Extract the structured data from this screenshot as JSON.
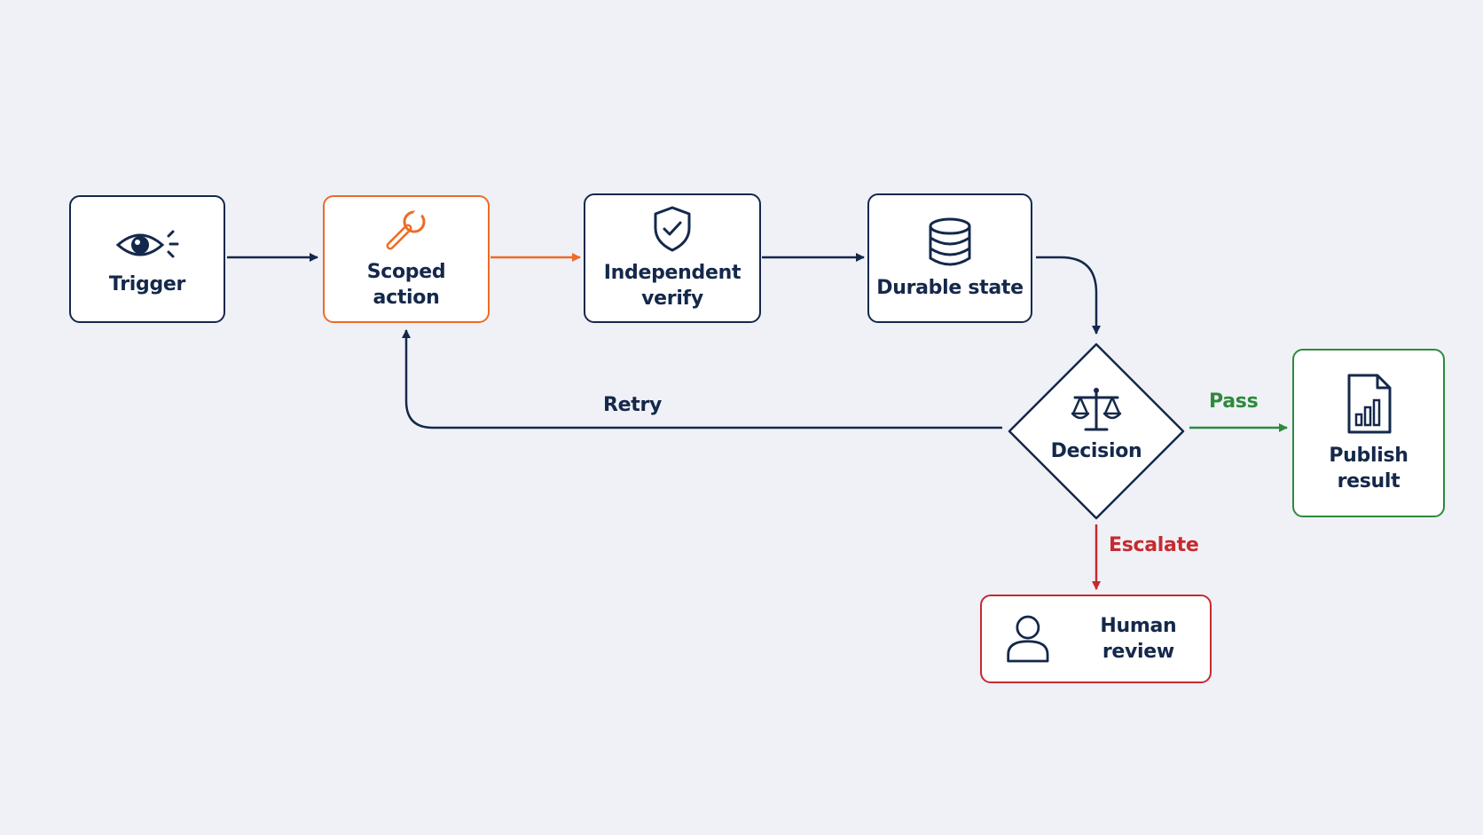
{
  "colors": {
    "background": "#eff1f6",
    "ink": "#14284b",
    "active": "#ee6b25",
    "pass": "#2d8a3c",
    "escalate": "#c62a2f"
  },
  "nodes": {
    "trigger": {
      "label": "Trigger",
      "icon": "eye-icon"
    },
    "scoped_action": {
      "label": "Scoped\naction",
      "icon": "wrench-icon"
    },
    "independent_verify": {
      "label": "Independent\nverify",
      "icon": "shield-check-icon"
    },
    "durable_state": {
      "label": "Durable state",
      "icon": "database-icon"
    },
    "decision": {
      "label": "Decision",
      "icon": "scales-icon"
    },
    "publish_result": {
      "label": "Publish\nresult",
      "icon": "report-chart-icon"
    },
    "human_review": {
      "label": "Human review",
      "icon": "user-icon"
    }
  },
  "edges": {
    "trigger_to_scoped": {
      "from": "Trigger",
      "to": "Scoped action"
    },
    "scoped_to_verify": {
      "from": "Scoped action",
      "to": "Independent verify"
    },
    "verify_to_durable": {
      "from": "Independent verify",
      "to": "Durable state"
    },
    "durable_to_decision": {
      "from": "Durable state",
      "to": "Decision"
    },
    "retry": {
      "label": "Retry",
      "from": "Decision",
      "to": "Scoped action"
    },
    "pass": {
      "label": "Pass",
      "from": "Decision",
      "to": "Publish result"
    },
    "escalate": {
      "label": "Escalate",
      "from": "Decision",
      "to": "Human review"
    }
  }
}
